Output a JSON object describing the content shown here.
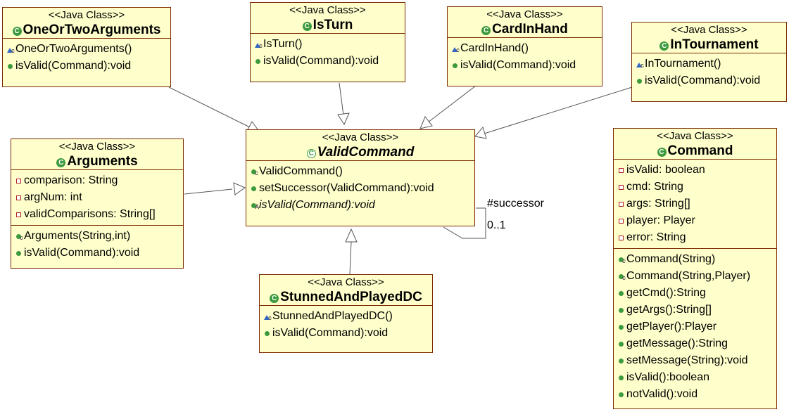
{
  "stereotype": "<<Java Class>>",
  "classes": {
    "one_or_two_arguments": {
      "name": "OneOrTwoArguments",
      "operations": [
        {
          "vis": "package-constructor",
          "text": "OneOrTwoArguments()"
        },
        {
          "vis": "public",
          "text": "isValid(Command):void"
        }
      ]
    },
    "is_turn": {
      "name": "IsTurn",
      "operations": [
        {
          "vis": "package-constructor",
          "text": "IsTurn()"
        },
        {
          "vis": "public",
          "text": "isValid(Command):void"
        }
      ]
    },
    "card_in_hand": {
      "name": "CardInHand",
      "operations": [
        {
          "vis": "package-constructor",
          "text": "CardInHand()"
        },
        {
          "vis": "public",
          "text": "isValid(Command):void"
        }
      ]
    },
    "in_tournament": {
      "name": "InTournament",
      "operations": [
        {
          "vis": "package-constructor",
          "text": "InTournament()"
        },
        {
          "vis": "public",
          "text": "isValid(Command):void"
        }
      ]
    },
    "valid_command": {
      "name": "ValidCommand",
      "operations": [
        {
          "vis": "public-constructor",
          "text": "ValidCommand()"
        },
        {
          "vis": "public",
          "text": "setSuccessor(ValidCommand):void"
        },
        {
          "vis": "public-abstract",
          "text": "isValid(Command):void"
        }
      ]
    },
    "arguments": {
      "name": "Arguments",
      "attributes": [
        {
          "vis": "private",
          "text": "comparison: String"
        },
        {
          "vis": "private",
          "text": "argNum: int"
        },
        {
          "vis": "private",
          "text": "validComparisons: String[]"
        }
      ],
      "operations": [
        {
          "vis": "public-constructor",
          "text": "Arguments(String,int)"
        },
        {
          "vis": "public",
          "text": "isValid(Command):void"
        }
      ]
    },
    "stunned_and_played_dc": {
      "name": "StunnedAndPlayedDC",
      "operations": [
        {
          "vis": "package-constructor",
          "text": "StunnedAndPlayedDC()"
        },
        {
          "vis": "public",
          "text": "isValid(Command):void"
        }
      ]
    },
    "command": {
      "name": "Command",
      "attributes": [
        {
          "vis": "private",
          "text": "isValid: boolean"
        },
        {
          "vis": "private",
          "text": "cmd: String"
        },
        {
          "vis": "private",
          "text": "args: String[]"
        },
        {
          "vis": "private",
          "text": "player: Player"
        },
        {
          "vis": "private",
          "text": "error: String"
        }
      ],
      "operations": [
        {
          "vis": "public-constructor",
          "text": "Command(String)"
        },
        {
          "vis": "public-constructor",
          "text": "Command(String,Player)"
        },
        {
          "vis": "public",
          "text": "getCmd():String"
        },
        {
          "vis": "public",
          "text": "getArgs():String[]"
        },
        {
          "vis": "public",
          "text": "getPlayer():Player"
        },
        {
          "vis": "public",
          "text": "getMessage():String"
        },
        {
          "vis": "public",
          "text": "setMessage(String):void"
        },
        {
          "vis": "public",
          "text": "isValid():boolean"
        },
        {
          "vis": "public",
          "text": "notValid():void"
        }
      ]
    }
  },
  "association": {
    "role": "#successor",
    "multiplicity": "0..1"
  }
}
